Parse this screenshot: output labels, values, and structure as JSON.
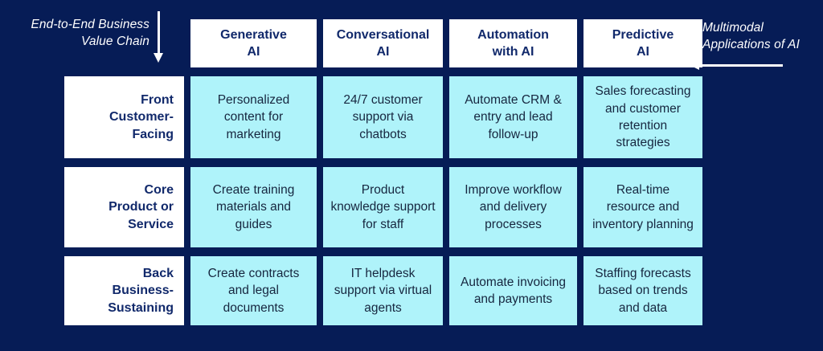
{
  "annotations": {
    "left_label": "End-to-End Business\nValue Chain",
    "right_label": "Multimodal\nApplications of AI"
  },
  "colors": {
    "background": "#061c56",
    "header_cell": "#ffffff",
    "body_cell": "#aff3fa",
    "header_text": "#11296b",
    "body_text": "#16263f",
    "annotation_text": "#ffffff"
  },
  "matrix": {
    "columns": [
      {
        "label": "Generative\nAI"
      },
      {
        "label": "Conversational\nAI"
      },
      {
        "label": "Automation\nwith AI"
      },
      {
        "label": "Predictive\nAI"
      }
    ],
    "rows": [
      {
        "label": "Front\nCustomer-\nFacing",
        "cells": [
          "Personalized content for marketing",
          "24/7 customer support via chatbots",
          "Automate CRM & entry and lead follow-up",
          "Sales forecasting and customer retention strategies"
        ]
      },
      {
        "label": "Core\nProduct or\nService",
        "cells": [
          "Create training materials and guides",
          "Product knowledge support for staff",
          "Improve workflow and delivery processes",
          "Real-time resource and inventory planning"
        ]
      },
      {
        "label": "Back\nBusiness-\nSustaining",
        "cells": [
          "Create contracts and legal documents",
          "IT helpdesk support via virtual agents",
          "Automate invoicing and payments",
          "Staffing forecasts based on trends and data"
        ]
      }
    ]
  }
}
